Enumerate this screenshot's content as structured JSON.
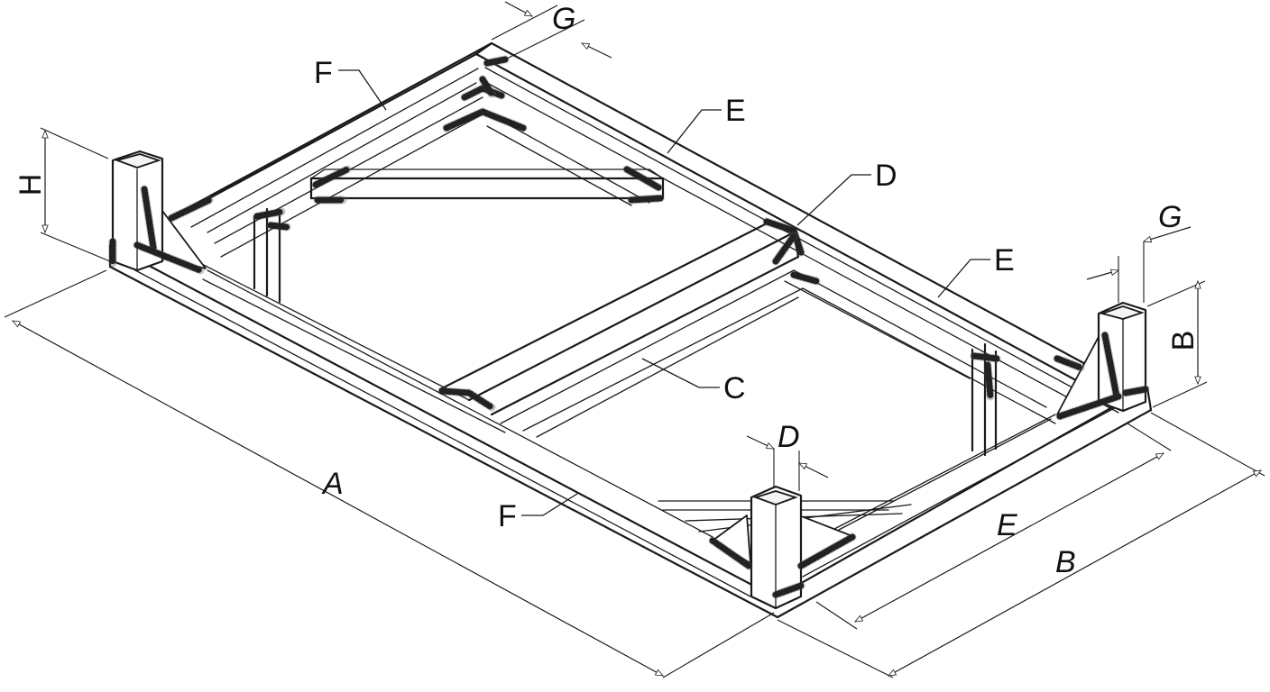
{
  "labels": {
    "A": "A",
    "B": "B",
    "C": "C",
    "D": "D",
    "E": "E",
    "F": "F",
    "G": "G",
    "H": "H"
  },
  "colors": {
    "line": "#1a1a1a",
    "background": "#ffffff"
  }
}
